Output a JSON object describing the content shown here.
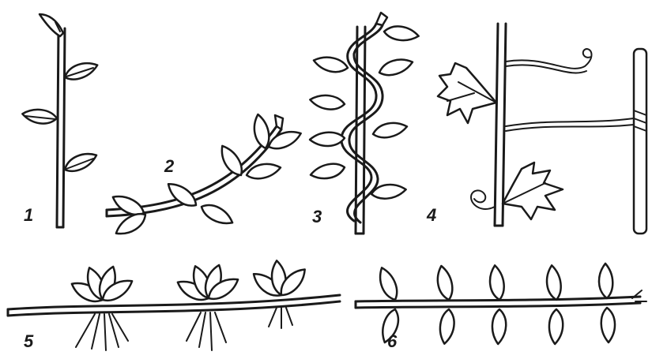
{
  "figure": {
    "labels": {
      "p1": "1",
      "p2": "2",
      "p3": "3",
      "p4": "4",
      "p5": "5",
      "p6": "6"
    }
  }
}
